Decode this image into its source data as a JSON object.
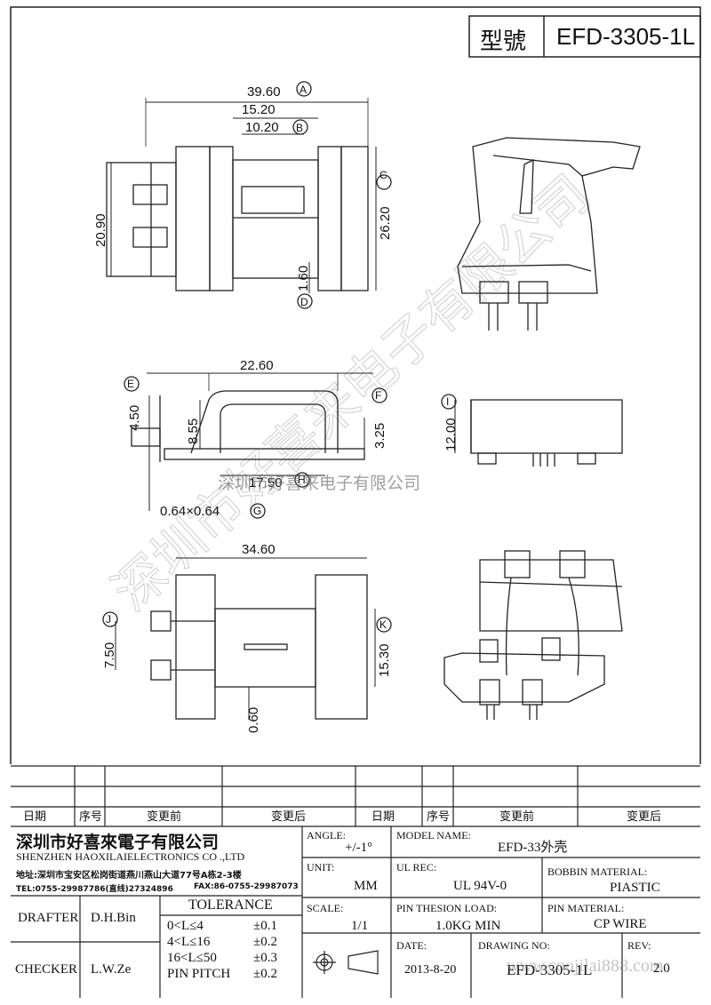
{
  "header": {
    "model_label": "型號",
    "model_value": "EFD-3305-1L"
  },
  "watermark": {
    "text": "深圳市好喜来电子有限公司",
    "overlay": "深圳市好喜来电子有限公司"
  },
  "dimensions": {
    "a": "39.60",
    "a_ref": "A",
    "b_outer": "15.20",
    "b": "10.20",
    "b_ref": "B",
    "c": "26.20",
    "c_ref": "C",
    "left_h": "20.90",
    "d": "1.60",
    "d_ref": "D",
    "side_w": "22.60",
    "e": "4.50",
    "e_ref": "E",
    "e_inner": "8.55",
    "f": "3.25",
    "f_ref": "F",
    "h": "17.50",
    "h_ref": "H",
    "g": "0.64×0.64",
    "g_ref": "G",
    "i": "12.00",
    "i_ref": "I",
    "bottom_w": "34.60",
    "j": "7.50",
    "j_ref": "J",
    "k": "15.30",
    "k_ref": "K",
    "bottom_gap": "0.60"
  },
  "revision_table": {
    "headers": [
      "日期",
      "序号",
      "变更前",
      "变更后",
      "日期",
      "序号",
      "变更前",
      "变更后"
    ]
  },
  "company": {
    "name_cn": "深圳市好喜來電子有限公司",
    "name_en": "SHENZHEN HAOXILAIELECTRONICS CO .,LTD",
    "address": "地址:深圳市宝安区松岗街道燕川燕山大道77号A栋2-3楼",
    "tel": "TEL:0755-29987786(直线)27324896",
    "fax": "FAX:86-0755-29987073"
  },
  "title_block": {
    "angle_label": "ANGLE:",
    "angle_value": "+/-1°",
    "model_name_label": "MODEL NAME:",
    "model_name_value": "EFD-33外壳",
    "unit_label": "UNIT:",
    "unit_value": "MM",
    "ul_rec_label": "UL REC:",
    "ul_rec_value": "UL 94V-0",
    "bobbin_material_label": "BOBBIN MATERIAL:",
    "bobbin_material_value": "PIASTIC",
    "scale_label": "SCALE:",
    "scale_value": "1/1",
    "pin_thesion_label": "PIN THESION LOAD:",
    "pin_thesion_value": "1.0KG MIN",
    "pin_material_label": "PIN MATERIAL:",
    "pin_material_value": "CP  WIRE",
    "date_label": "DATE:",
    "date_value": "2013-8-20",
    "drawing_no_label": "DRAWING NO:",
    "drawing_no_value": "EFD-3305-1L",
    "rev_label": "REV:",
    "rev_value": "2.0",
    "drafter_label": "DRAFTER",
    "drafter_value": "D.H.Bin",
    "checker_label": "CHECKER",
    "checker_value": "L.W.Ze",
    "tolerance_label": "TOLERANCE",
    "tolerance_rows": [
      {
        "range": "0<L≤4",
        "value": "±0.1"
      },
      {
        "range": "4<L≤16",
        "value": "±0.2"
      },
      {
        "range": "16<L≤50",
        "value": "±0.3"
      },
      {
        "range": "PIN PITCH",
        "value": "±0.2"
      }
    ],
    "site_watermark": "www.coojilai888.com"
  }
}
